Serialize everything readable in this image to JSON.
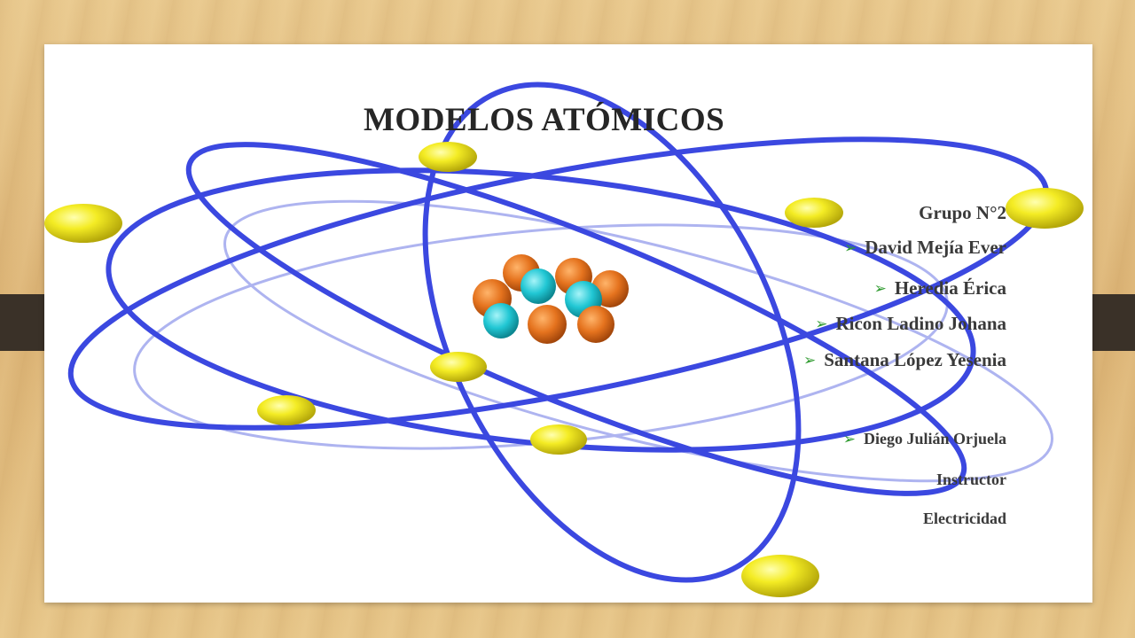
{
  "slide": {
    "title": "MODELOS ATÓMICOS",
    "group_label": "Grupo N°2",
    "members": [
      "David Mejía Ever",
      "Heredia Érica",
      "Ricon Ladino Johana",
      "Santana López Yesenia"
    ],
    "instructor_name": "Diego Julián Orjuela",
    "instructor_role": "Instructor",
    "subject": "Electricidad"
  },
  "colors": {
    "orbit": "#3b48e0",
    "electron": "#f2ea1c",
    "proton": "#e5731e",
    "neutron": "#21c7d4",
    "bullet": "#2f9b2f",
    "background_wood": "#e2bd80",
    "side_band": "#3a3128"
  },
  "icons": {
    "bullet": "green-arrow-bullet-icon",
    "illustration": "atom-model-illustration"
  }
}
